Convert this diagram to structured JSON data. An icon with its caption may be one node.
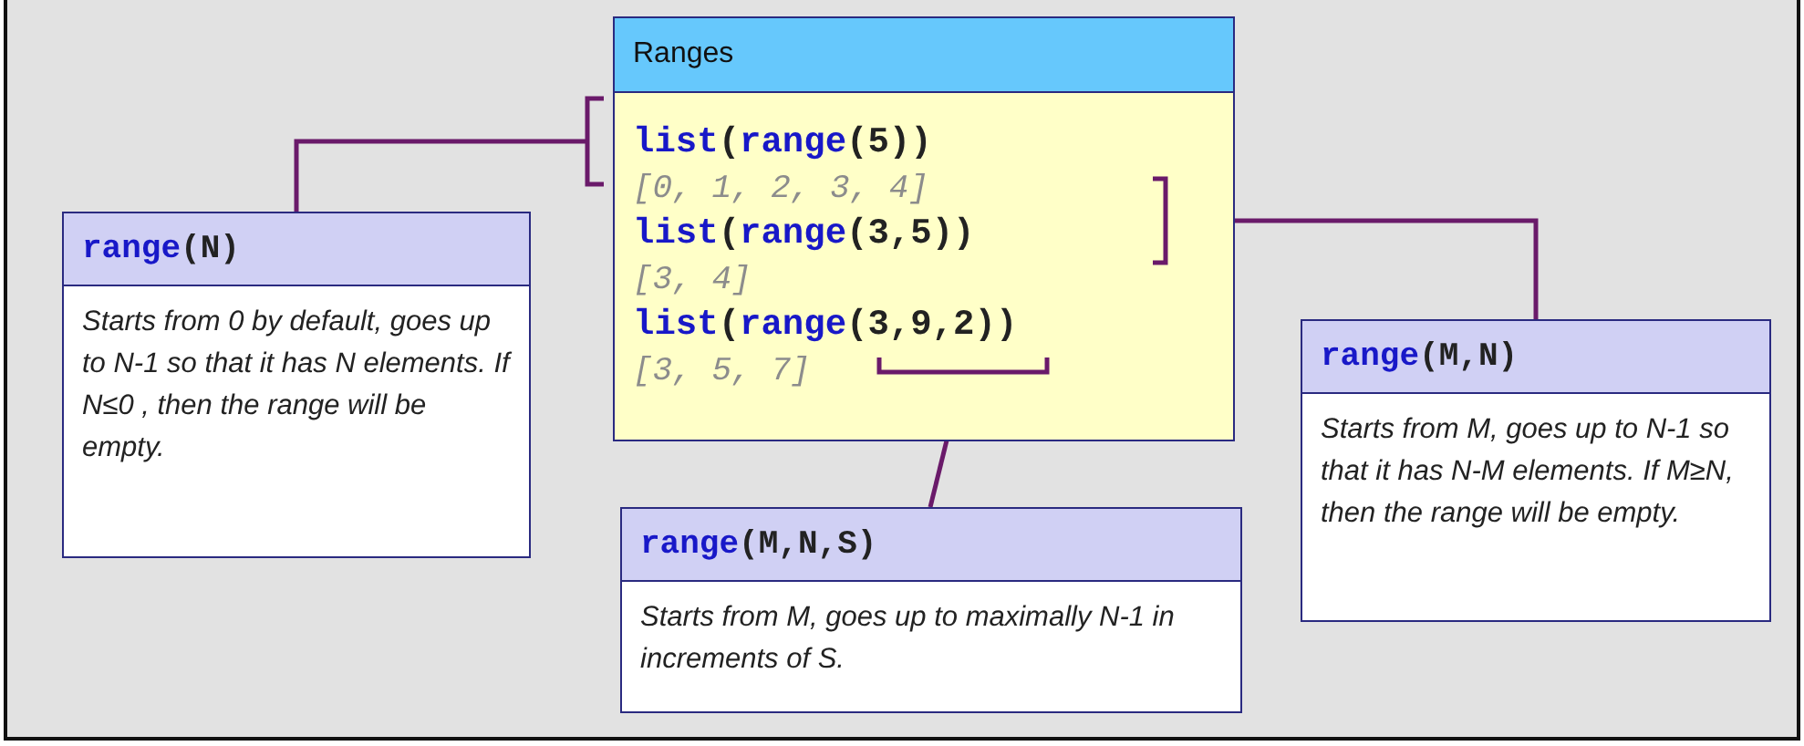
{
  "diagram": {
    "nodes": [
      {
        "text": [
          "Ranges",
          "list(range(5))",
          "[0, 1, 2, 3, 4]",
          "list(range(3,5))",
          "[3, 4]",
          "list(range(3,9,2))",
          "[3, 5, 7]"
        ]
      },
      {
        "text": [],
        "shape": "bracket"
      },
      {
        "text": [],
        "shape": "bracket",
        "in": 0
      },
      {
        "text": [],
        "shape": "bracket",
        "in": 0
      },
      {
        "text": [
          "range(N)",
          "Starts from 0 by default, goes up to N-1 so that it has N elements. If N≤0 , then the range will be empty."
        ]
      },
      {
        "text": [
          "range(M,N)",
          "Starts from M, goes up to N-1 so that it has N-M elements. If M≥N, then the range will be empty."
        ]
      },
      {
        "text": [
          "range(M,N,S)",
          "Starts from M, goes up to maximally N-1 in increments of S."
        ]
      }
    ],
    "edges": [
      {
        "from": 4,
        "to": 1,
        "arrow": "none"
      },
      {
        "from": 5,
        "to": 2,
        "arrow": "none"
      },
      {
        "from": 6,
        "to": 3,
        "arrow": "none"
      }
    ]
  }
}
